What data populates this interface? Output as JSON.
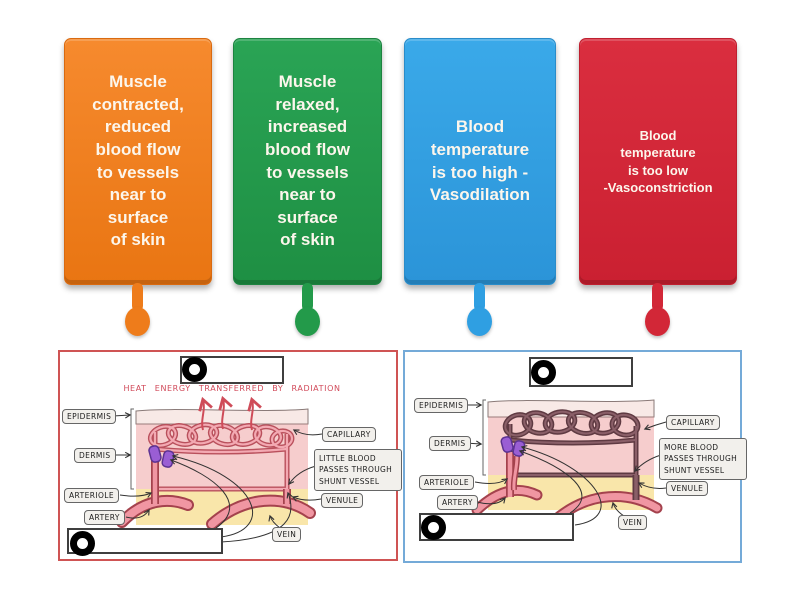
{
  "cards": [
    {
      "text": "Muscle\ncontracted,\nreduced\nblood flow\nto vessels\nnear to\nsurface\nof skin",
      "color": "#ee7c1b"
    },
    {
      "text": "Muscle\nrelaxed,\nincreased\nblood flow\nto vessels\nnear to\nsurface\nof skin",
      "color": "#239a4a"
    },
    {
      "text": "Blood\ntemperature\nis too high -\nVasodilation",
      "color": "#2f9fe2"
    },
    {
      "text": "Blood\ntemperature\nis too low\n-Vasoconstriction",
      "color": "#d22737"
    }
  ],
  "panels": [
    {
      "border_color": "#cf5454",
      "heat_caption": "HEAT ENERGY TRANSFERRED BY RADIATION",
      "labels": {
        "epidermis": "EPIDERMIS",
        "dermis": "DERMIS",
        "arteriole": "ARTERIOLE",
        "artery": "ARTERY",
        "capillary": "CAPILLARY",
        "shunt_note": "LITTLE BLOOD\nPASSES THROUGH\nSHUNT VESSEL",
        "venule": "VENULE",
        "vein": "VEIN"
      }
    },
    {
      "border_color": "#74aad8",
      "labels": {
        "epidermis": "EPIDERMIS",
        "dermis": "DERMIS",
        "arteriole": "ARTERIOLE",
        "artery": "ARTERY",
        "capillary": "CAPILLARY",
        "shunt_note": "MORE BLOOD\nPASSES THROUGH\nSHUNT VESSEL",
        "venule": "VENULE",
        "vein": "VEIN"
      }
    }
  ]
}
